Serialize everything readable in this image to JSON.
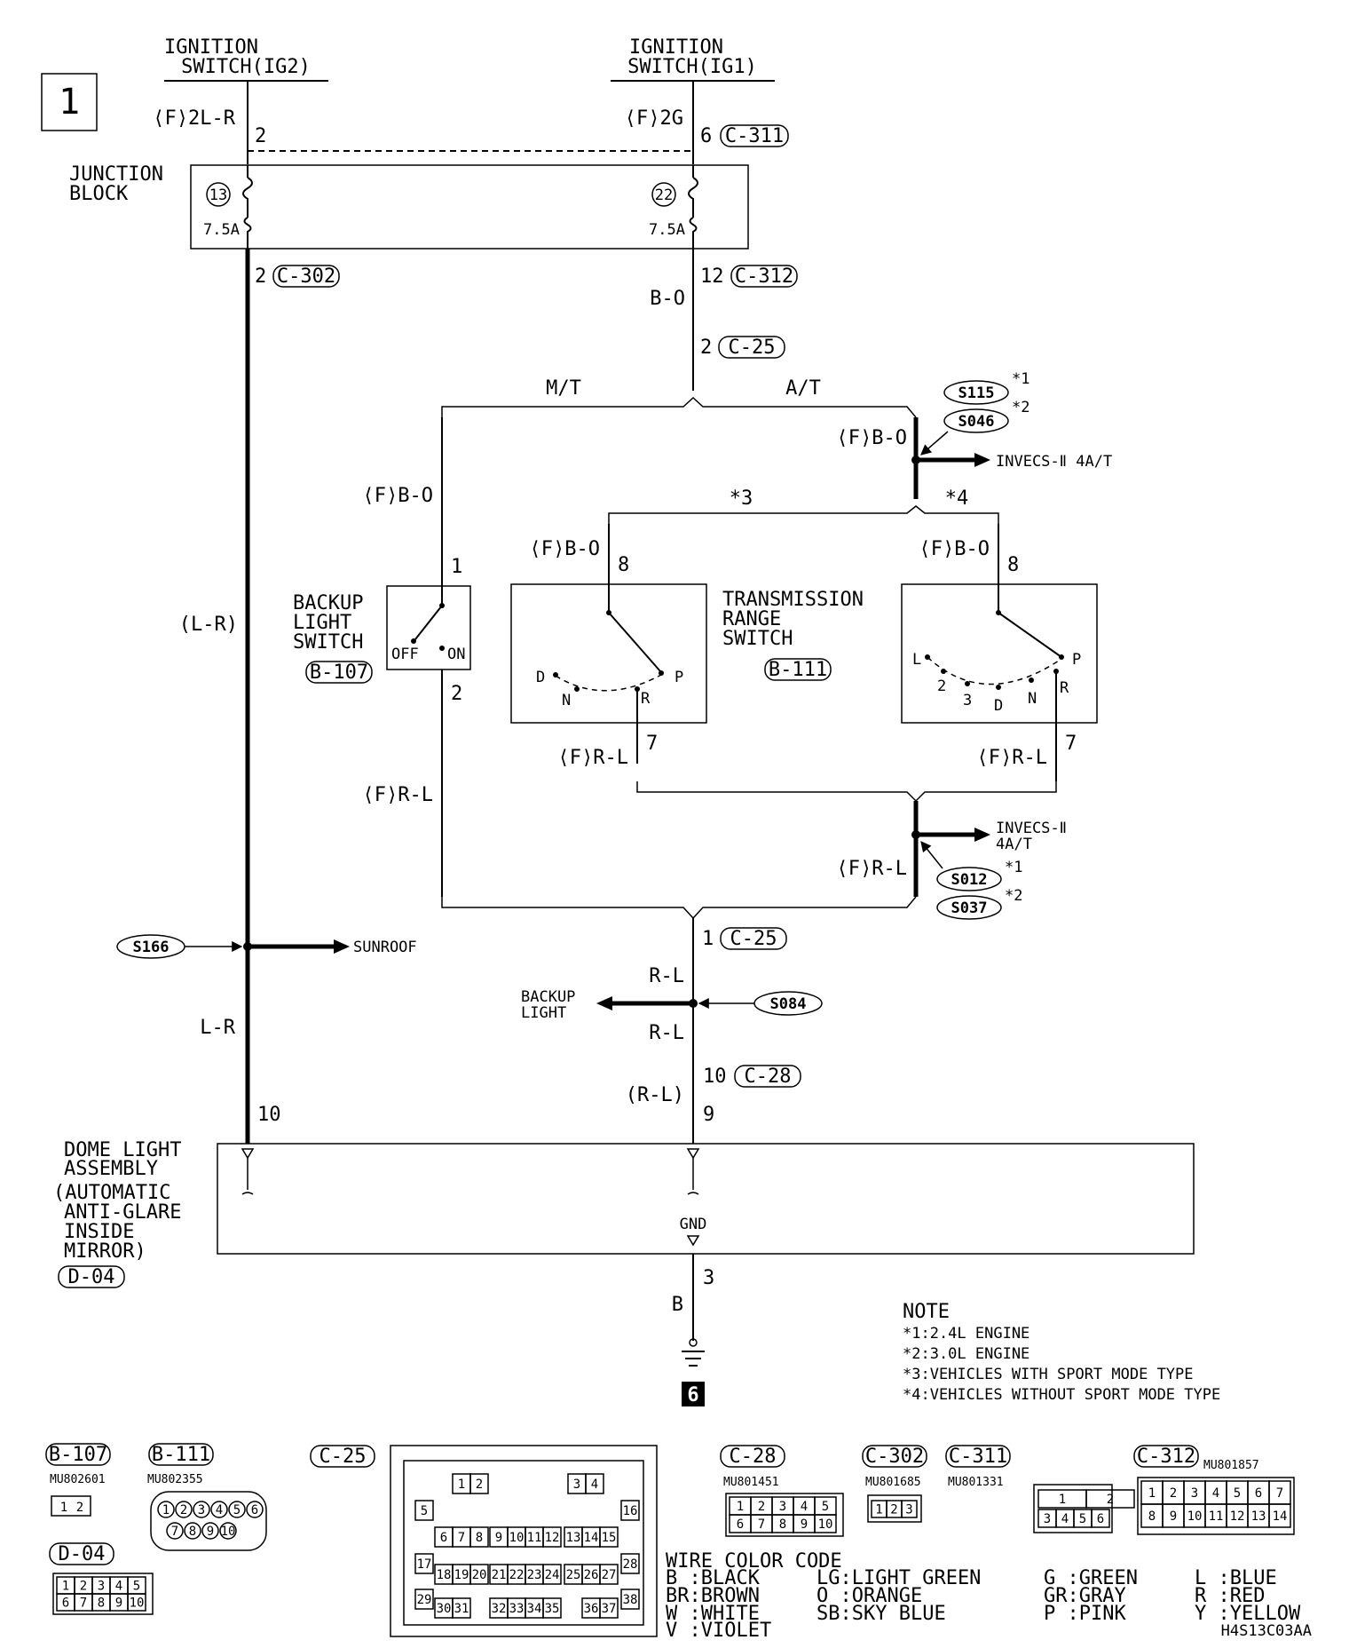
{
  "diagram_number": "1",
  "ignition": {
    "ig2": [
      "IGNITION",
      "SWITCH(IG2)"
    ],
    "ig1": [
      "IGNITION",
      "SWITCH(IG1)"
    ]
  },
  "wires": {
    "f_2lr": "⟨F⟩2L-R",
    "f_2g": "⟨F⟩2G",
    "b_o": "B-O",
    "l_r_paren": "(L-R)",
    "l_r": "L-R",
    "f_bo": "⟨F⟩B-O",
    "f_rl": "⟨F⟩R-L",
    "r_l": "R-L",
    "r_l_paren": "(R-L)",
    "b": "B"
  },
  "junction_block": {
    "label": [
      "JUNCTION",
      "BLOCK"
    ],
    "fuse_left_num": "13",
    "fuse_right_num": "22",
    "fuse_rating": "7.5A"
  },
  "pins": {
    "p2": "2",
    "p6": "6",
    "p12": "12",
    "p1": "1",
    "p8": "8",
    "p7": "7",
    "p10": "10",
    "p9": "9",
    "p3": "3"
  },
  "connectors": {
    "c311": "C-311",
    "c302": "C-302",
    "c312": "C-312",
    "c25": "C-25",
    "c28": "C-28",
    "b107": "B-107",
    "b111": "B-111",
    "d04": "D-04"
  },
  "branches": {
    "mt": "M/T",
    "at": "A/T",
    "star3": "*3",
    "star4": "*4"
  },
  "splices": {
    "s115": "S115",
    "s046": "S046",
    "s012": "S012",
    "s037": "S037",
    "s166": "S166",
    "s084": "S084",
    "mark1": "*1",
    "mark2": "*2"
  },
  "destinations": {
    "invecs": "INVECS-Ⅱ 4A/T",
    "invecs2": [
      "INVECS-Ⅱ",
      "4A/T"
    ],
    "sunroof": "SUNROOF",
    "backup_light": [
      "BACKUP",
      "LIGHT"
    ]
  },
  "backup_switch": {
    "label": [
      "BACKUP",
      "LIGHT",
      "SWITCH"
    ],
    "off": "OFF",
    "on": "ON"
  },
  "trs": {
    "label": [
      "TRANSMISSION",
      "RANGE",
      "SWITCH"
    ],
    "left_positions": [
      "D",
      "N",
      "R",
      "P"
    ],
    "right_positions": [
      "L",
      "2",
      "3",
      "D",
      "N",
      "R",
      "P"
    ]
  },
  "dome": {
    "label": [
      "DOME LIGHT",
      "ASSEMBLY",
      "(AUTOMATIC",
      "ANTI-GLARE",
      "INSIDE",
      "MIRROR)"
    ],
    "gnd": "GND"
  },
  "ground_ref": "6",
  "notes": {
    "title": "NOTE",
    "items": [
      "*1:2.4L ENGINE",
      "*2:3.0L ENGINE",
      "*3:VEHICLES WITH SPORT MODE TYPE",
      "*4:VEHICLES WITHOUT SPORT MODE TYPE"
    ]
  },
  "part_numbers": {
    "b107": "MU802601",
    "b111": "MU802355",
    "c28": "MU801451",
    "c302": "MU801685",
    "c311": "MU801331",
    "c312": "MU801857"
  },
  "connector_pins": {
    "b107": [
      "1",
      "2"
    ],
    "b111": [
      "1",
      "2",
      "3",
      "4",
      "5",
      "6",
      "7",
      "8",
      "9",
      "10"
    ],
    "d04": [
      "1",
      "2",
      "3",
      "4",
      "5",
      "6",
      "7",
      "8",
      "9",
      "10"
    ],
    "c28": [
      "1",
      "2",
      "3",
      "4",
      "5",
      "6",
      "7",
      "8",
      "9",
      "10"
    ],
    "c302": [
      "1",
      "2",
      "3"
    ],
    "c311": [
      "1",
      "2",
      "3",
      "4",
      "5",
      "6"
    ],
    "c312": [
      "1",
      "2",
      "3",
      "4",
      "5",
      "6",
      "7",
      "8",
      "9",
      "10",
      "11",
      "12",
      "13",
      "14"
    ],
    "c25": [
      "1",
      "2",
      "3",
      "4",
      "5",
      "6",
      "7",
      "8",
      "9",
      "10",
      "11",
      "12",
      "13",
      "14",
      "15",
      "16",
      "17",
      "18",
      "19",
      "20",
      "21",
      "22",
      "23",
      "24",
      "25",
      "26",
      "27",
      "28",
      "29",
      "30",
      "31",
      "32",
      "33",
      "34",
      "35",
      "36",
      "37",
      "38"
    ]
  },
  "wire_color_code": {
    "title": "WIRE COLOR CODE",
    "entries": [
      "B :BLACK",
      "BR:BROWN",
      "W :WHITE",
      "V :VIOLET",
      "LG:LIGHT GREEN",
      "O :ORANGE",
      "SB:SKY BLUE",
      "G :GREEN",
      "GR:GRAY",
      "P :PINK",
      "L :BLUE",
      "R :RED",
      "Y :YELLOW"
    ]
  },
  "figure_code": "H4S13C03AA"
}
